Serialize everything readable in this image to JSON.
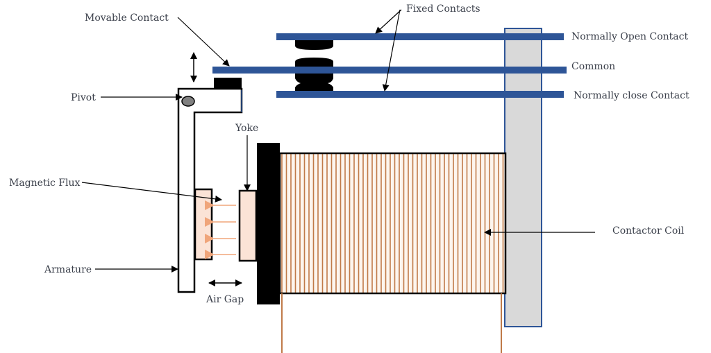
{
  "title": "Contactor construction diagram",
  "labels": {
    "movable_contact": "Movable Contact",
    "fixed_contacts": "Fixed Contacts",
    "normally_open": "Normally Open Contact",
    "common": "Common",
    "normally_close": "Normally close Contact",
    "pivot": "Pivot",
    "yoke": "Yoke",
    "magnetic_flux": "Magnetic Flux",
    "armature": "Armature",
    "air_gap": "Air Gap",
    "contactor_coil": "Contactor Coil"
  },
  "colors": {
    "contact_bar": "#2e5597",
    "support_fill": "#d9d9d9",
    "support_stroke": "#2e5597",
    "coil_wire": "#c07a48",
    "coil_bg": "#fdf5ee",
    "flux_fill": "#fbe3d6",
    "flux_arrow": "#f0a57a",
    "pivot_fill": "#808080",
    "core": "#000000",
    "text": "#3a3f4a"
  }
}
